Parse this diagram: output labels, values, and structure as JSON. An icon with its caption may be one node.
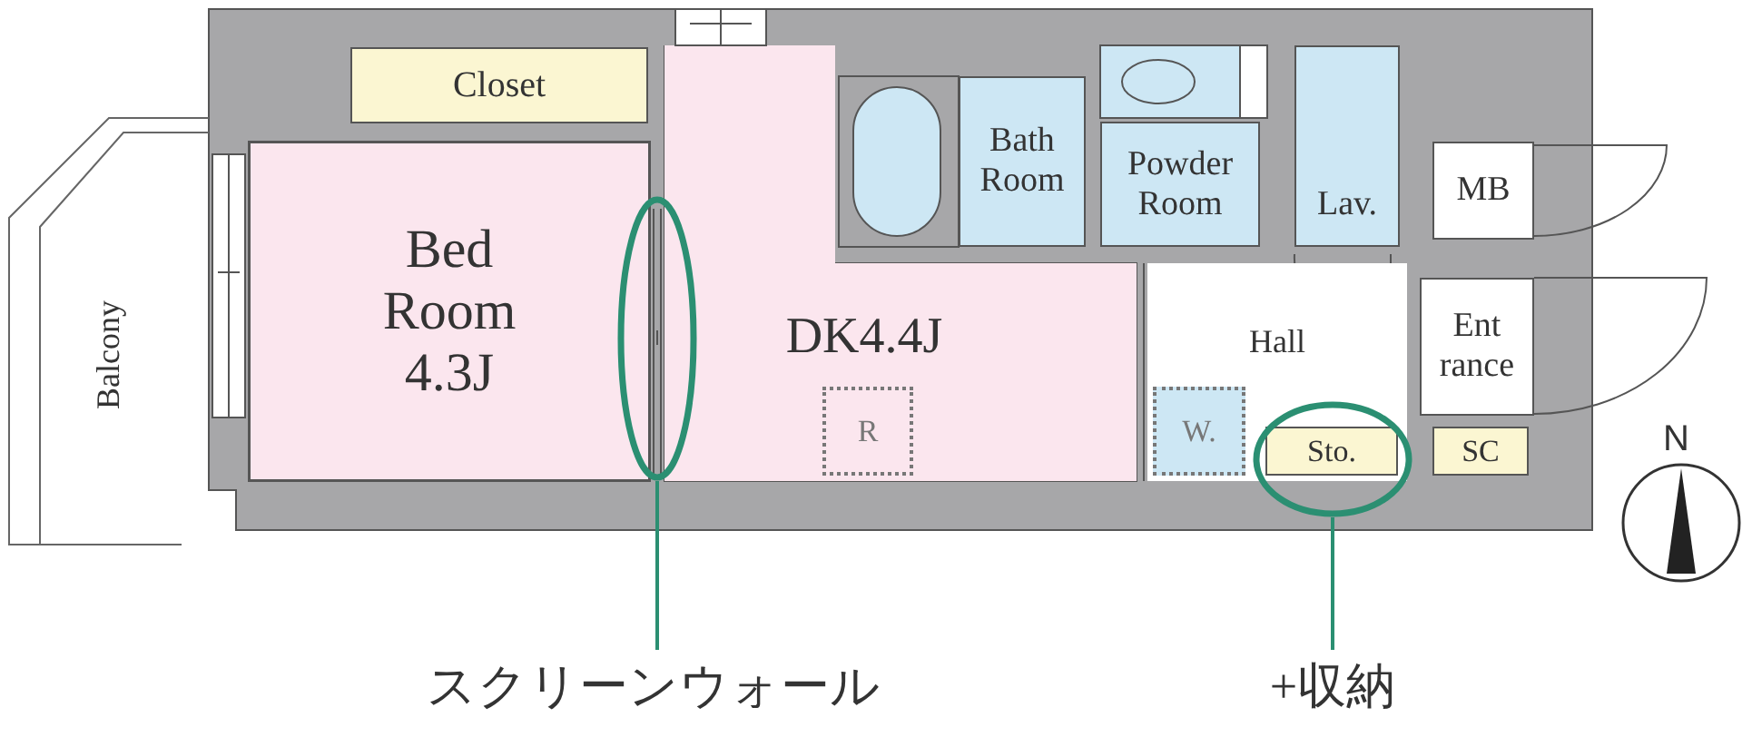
{
  "diagram": {
    "nodes": [
      {
        "text": [
          "Closet"
        ]
      },
      {
        "text": [
          "Bed Room 4.3J"
        ]
      },
      {
        "text": [
          "DK4.4J"
        ]
      },
      {
        "text": [
          "Bath Room"
        ]
      },
      {
        "text": [
          "Powder Room"
        ]
      },
      {
        "text": [
          "Lav."
        ]
      },
      {
        "text": [
          "MB"
        ]
      },
      {
        "text": [
          "Hall"
        ]
      },
      {
        "text": [
          "Ent rance"
        ]
      },
      {
        "text": [
          "Sto."
        ]
      },
      {
        "text": [
          "SC"
        ]
      },
      {
        "text": [
          "Balcony"
        ]
      },
      {
        "text": [
          "R"
        ],
        "in": 2
      },
      {
        "text": [
          "W."
        ],
        "in": 7
      },
      {
        "text": [],
        "shape": "ellipse"
      },
      {
        "text": [],
        "shape": "ellipse"
      },
      {
        "text": [
          "スクリーンウォール"
        ]
      },
      {
        "text": [
          "+収納"
        ]
      }
    ],
    "edges": [
      {
        "from": 16,
        "to": 14,
        "arrow": "none",
        "color": "#2b8f72"
      },
      {
        "from": 17,
        "to": 15,
        "arrow": "none",
        "color": "#2b8f72"
      }
    ],
    "labels": [
      "N"
    ]
  }
}
